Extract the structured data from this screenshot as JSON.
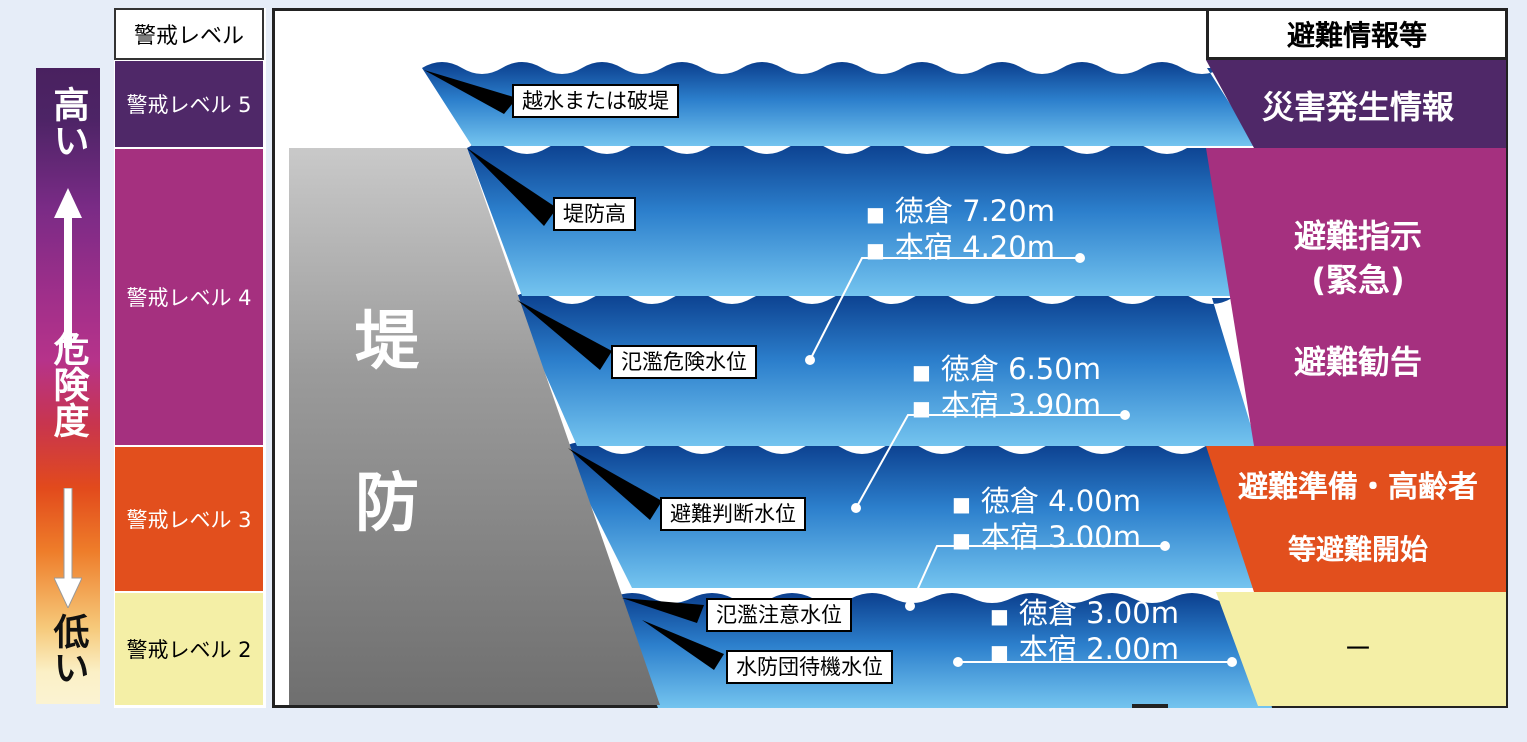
{
  "danger_scale": {
    "high": "高い",
    "label": "危険度",
    "low": "低い"
  },
  "levels": {
    "header": "警戒レベル",
    "level5": "警戒レベル 5",
    "level4": "警戒レベル 4",
    "level3": "警戒レベル 3",
    "level2": "警戒レベル 2"
  },
  "colors": {
    "level5": "#4f2868",
    "level4": "#a5307f",
    "level3": "#e24f1d",
    "level2": "#f4efa6",
    "water_dark": "#0b3f8e",
    "water_light": "#5fb6e8",
    "embankment": "#7e7e7e"
  },
  "embankment": {
    "char1": "堤",
    "char2": "防"
  },
  "water_levels": [
    {
      "label": "越水または破堤"
    },
    {
      "label": "堤防高"
    },
    {
      "label": "氾濫危険水位"
    },
    {
      "label": "避難判断水位"
    },
    {
      "label": "氾濫注意水位"
    },
    {
      "label": "水防団待機水位"
    }
  ],
  "gauges": [
    {
      "line1": "徳倉 7.20m",
      "line2": "本宿 4.20m"
    },
    {
      "line1": "徳倉 6.50m",
      "line2": "本宿 3.90m"
    },
    {
      "line1": "徳倉 4.00m",
      "line2": "本宿 3.00m"
    },
    {
      "line1": "徳倉 3.00m",
      "line2": "本宿 2.00m"
    }
  ],
  "evacuation": {
    "header": "避難情報等",
    "level5": "災害発生情報",
    "level4_line1": "避難指示",
    "level4_line2": "(緊急)",
    "level4_line3": "避難勧告",
    "level3_line1": "避難準備・高齢者",
    "level3_line2": "等避難開始",
    "level2": "－"
  }
}
